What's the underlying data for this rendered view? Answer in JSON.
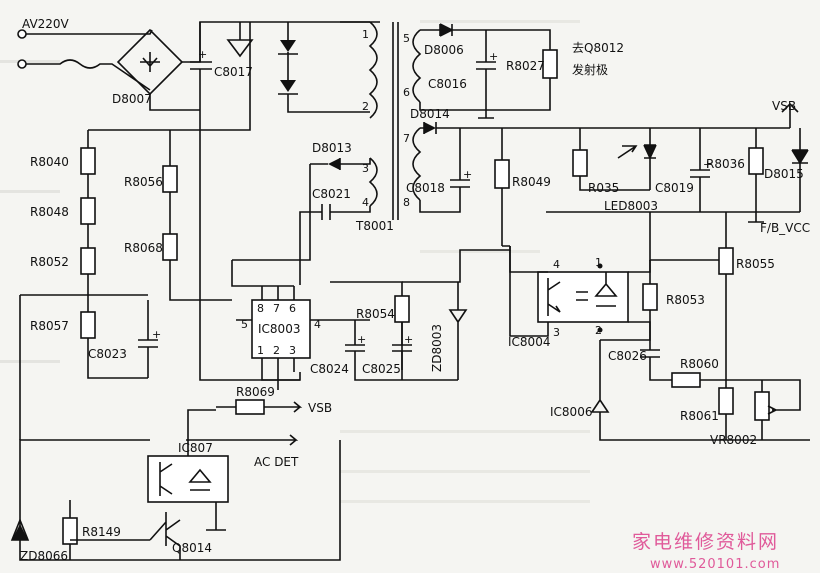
{
  "labels": {
    "ac_input": "AV220V",
    "d8007": "D8007",
    "c8017": "C8017",
    "r8040": "R8040",
    "r8048": "R8048",
    "r8052": "R8052",
    "r8057": "R8057",
    "r8056": "R8056",
    "r8068": "R8068",
    "c8023": "C8023",
    "ic8003": "IC8003",
    "c8024": "C8024",
    "c8025": "C8025",
    "r8054": "R8054",
    "zd8003": "ZD8003",
    "d8013": "D8013",
    "c8021": "C8021",
    "t8001": "T8001",
    "d8006": "D8006",
    "c8016": "C8016",
    "r8027": "R8027",
    "q8012_note": "去Q8012",
    "emitter_note": "发射极",
    "d8014": "D8014",
    "c8018": "C8018",
    "r8049": "R8049",
    "r035": "R035",
    "led8003": "LED8003",
    "c8019": "C8019",
    "r8036": "R8036",
    "d8015": "D8015",
    "vsb_top": "VSB",
    "fb_vcc": "F/B_VCC",
    "ic8004": "IC8004",
    "r8053": "R8053",
    "c8026": "C8026",
    "r8060": "R8060",
    "r8055": "R8055",
    "ic8006": "IC8006",
    "r8061": "R8061",
    "vr8002": "VR8002",
    "r8069": "R8069",
    "vsb_bottom": "VSB",
    "ac_det": "AC DET",
    "ic807": "IC807",
    "r8149": "R8149",
    "q8014": "Q8014",
    "zd8066": "ZD8066",
    "watermark_cn": "家电维修资料网",
    "watermark_url": "www.520101.com"
  },
  "pins": {
    "ic8003": [
      "8",
      "7",
      "6",
      "5",
      "4",
      "1",
      "2",
      "3"
    ],
    "t8001": [
      "1",
      "2",
      "3",
      "4",
      "5",
      "6",
      "7",
      "8"
    ],
    "ic8004": [
      "4",
      "1",
      "3",
      "2"
    ]
  }
}
